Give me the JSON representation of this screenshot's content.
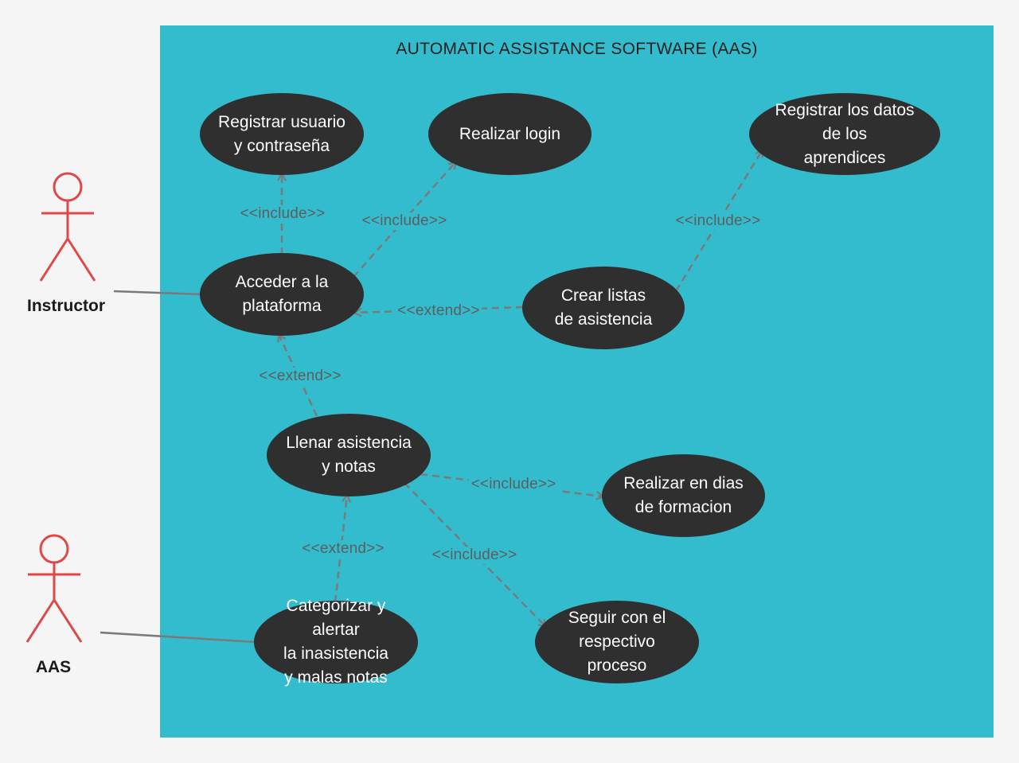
{
  "system": {
    "title": "AUTOMATIC ASSISTANCE SOFTWARE (AAS)",
    "background": "#33bccd"
  },
  "actors": {
    "instructor": {
      "name": "Instructor"
    },
    "aas": {
      "name": "AAS"
    },
    "color": "#e04848"
  },
  "use_cases": {
    "registrar_usuario": "Registrar usuario\ny contraseña",
    "realizar_login": "Realizar login",
    "registrar_datos": "Registrar los datos\nde los\naprendices",
    "acceder": "Acceder a la\nplataforma",
    "crear_listas": "Crear listas\nde asistencia",
    "llenar_asistencia": "Llenar asistencia\ny notas",
    "realizar_dias": "Realizar en dias\nde formacion",
    "categorizar": "Categorizar y alertar\nla inasistencia\ny malas notas",
    "seguir": "Seguir con el\nrespectivo\nproceso"
  },
  "relationships": {
    "acceder_registrar": "<<include>>",
    "acceder_login": "<<include>>",
    "crear_registrar_datos": "<<include>>",
    "crear_acceder": "<<extend>>",
    "llenar_acceder": "<<extend>>",
    "llenar_realizar": "<<include>>",
    "categorizar_llenar": "<<extend>>",
    "llenar_seguir": "<<include>>"
  },
  "colors": {
    "usecase_fill": "#2f2f2f",
    "usecase_text": "#ffffff",
    "dashed_line": "#7a7a7a",
    "association_line": "#7a7a7a"
  }
}
